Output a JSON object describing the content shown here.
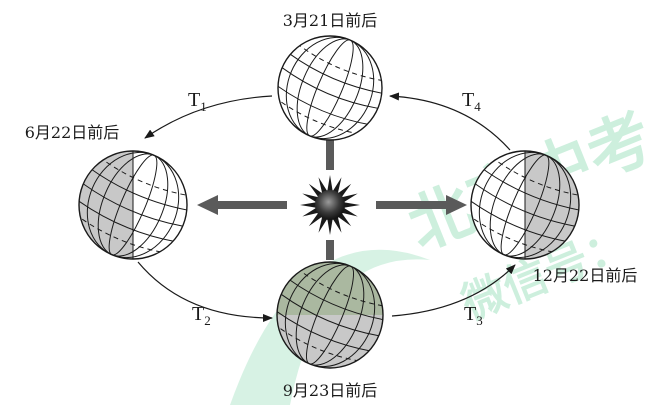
{
  "dates": {
    "spring_equinox": "3月21日前后",
    "summer_solstice": "6月22日前后",
    "autumn_equinox": "9月23日前后",
    "winter_solstice": "12月22日前后"
  },
  "periods": {
    "t1": {
      "base": "T",
      "sub": "1"
    },
    "t2": {
      "base": "T",
      "sub": "2"
    },
    "t3": {
      "base": "T",
      "sub": "3"
    },
    "t4": {
      "base": "T",
      "sub": "4"
    }
  },
  "watermark": {
    "line1": "北京中考",
    "line2": "微信号："
  },
  "colors": {
    "line": "#1a1a1a",
    "ray": "#5a5a5a",
    "night_shade": "#c8c8c8",
    "watermark": "#1fb86a"
  }
}
